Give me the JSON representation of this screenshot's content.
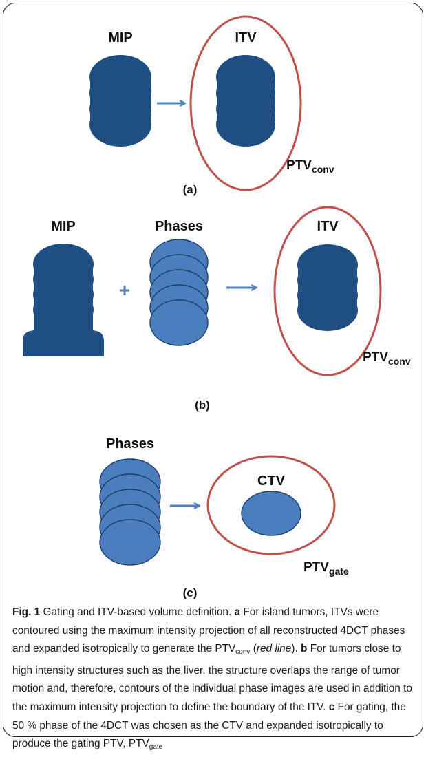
{
  "panels": {
    "a": {
      "mip": "MIP",
      "itv": "ITV",
      "ptv": "PTV",
      "ptv_sub": "conv",
      "tag": "(a)"
    },
    "b": {
      "mip": "MIP",
      "phases": "Phases",
      "plus": "+",
      "itv": "ITV",
      "ptv": "PTV",
      "ptv_sub": "conv",
      "tag": "(b)"
    },
    "c": {
      "phases": "Phases",
      "ctv": "CTV",
      "ptv": "PTV",
      "ptv_sub": "gate",
      "tag": "(c)"
    }
  },
  "colors": {
    "dark_blue": "#1f4e83",
    "light_blue": "#4a7ebf",
    "ring_red": "#c0504d",
    "arrow_blue": "#4f81bd"
  },
  "caption": {
    "fig_label": "Fig. 1",
    "title": "Gating and ITV-based volume definition.",
    "a_label": "a",
    "a_text_1": "For island tumors, ITVs were contoured using the maximum intensity projection of all reconstructed 4DCT phases and expanded isotropically to generate the PTV",
    "a_sub": "conv",
    "a_paren_open": "(",
    "a_italic": "red line",
    "a_text_2": ").",
    "b_label": "b",
    "b_text": "For tumors close to high intensity structures such as the liver, the structure overlaps the range of tumor motion and, therefore, contours of the individual phase images are used in addition to the maximum intensity projection to define the boundary of the ITV.",
    "c_label": "c",
    "c_text": "For gating, the 50 % phase of the 4DCT was chosen as the CTV and expanded isotropically to produce the gating PTV, PTV",
    "c_sub": "gate"
  }
}
